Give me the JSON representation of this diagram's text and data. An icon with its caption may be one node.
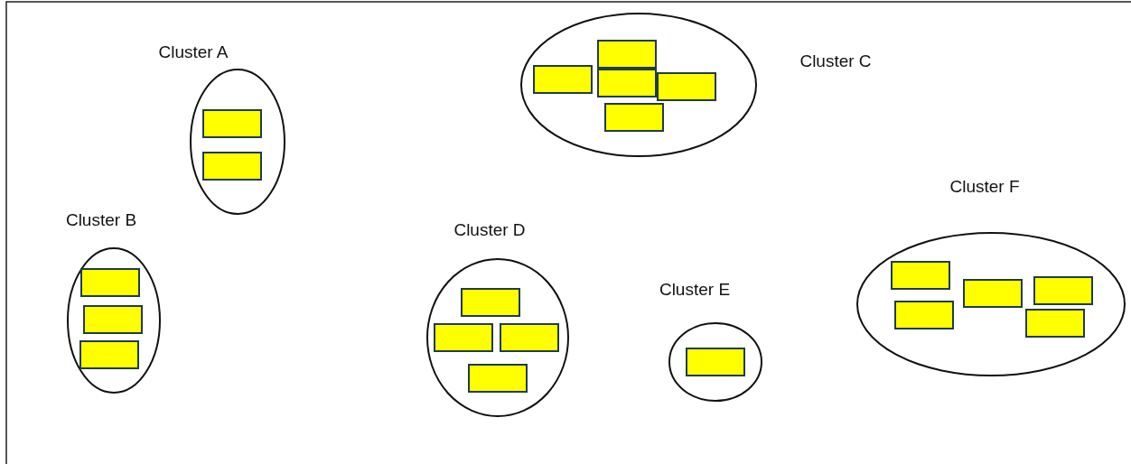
{
  "diagram": {
    "nodes": [
      {
        "text": [
          "Cluster A"
        ]
      },
      {
        "text": [],
        "shape": "box",
        "in": 0
      },
      {
        "text": [],
        "shape": "box",
        "in": 0
      },
      {
        "text": [
          "Cluster C"
        ]
      },
      {
        "text": [],
        "shape": "box",
        "in": 3
      },
      {
        "text": [],
        "shape": "box",
        "in": 3
      },
      {
        "text": [],
        "shape": "box",
        "in": 3
      },
      {
        "text": [],
        "shape": "box",
        "in": 3
      },
      {
        "text": [],
        "shape": "box",
        "in": 3
      },
      {
        "text": [
          "Cluster F"
        ]
      },
      {
        "text": [],
        "shape": "box",
        "in": 9
      },
      {
        "text": [],
        "shape": "box",
        "in": 9
      },
      {
        "text": [],
        "shape": "box",
        "in": 9
      },
      {
        "text": [],
        "shape": "box",
        "in": 9
      },
      {
        "text": [],
        "shape": "box",
        "in": 9
      },
      {
        "text": [
          "Cluster B"
        ]
      },
      {
        "text": [],
        "shape": "box",
        "in": 15
      },
      {
        "text": [],
        "shape": "box",
        "in": 15
      },
      {
        "text": [],
        "shape": "box",
        "in": 15
      },
      {
        "text": [
          "Cluster D"
        ]
      },
      {
        "text": [],
        "shape": "box",
        "in": 19
      },
      {
        "text": [],
        "shape": "box",
        "in": 19
      },
      {
        "text": [],
        "shape": "box",
        "in": 19
      },
      {
        "text": [],
        "shape": "box",
        "in": 19
      },
      {
        "text": [
          "Cluster E"
        ]
      },
      {
        "text": [],
        "shape": "box",
        "in": 24
      }
    ]
  }
}
